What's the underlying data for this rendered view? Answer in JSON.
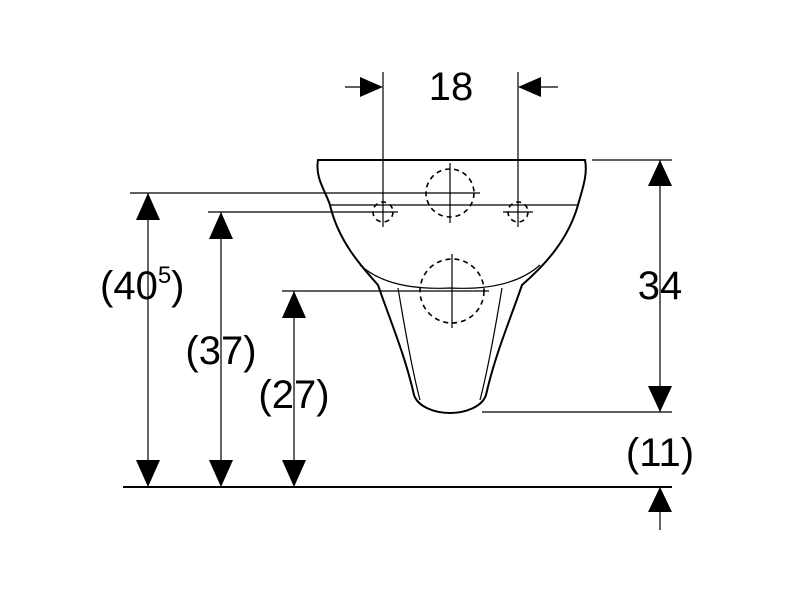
{
  "dimensions": {
    "top_width": "18",
    "height_right": "34",
    "offset_bottom": "(11)",
    "height_total_main": "(40",
    "height_total_sup": "5",
    "height_total_close": ")",
    "height_mid": "(37)",
    "height_low": "(27)"
  },
  "colors": {
    "line": "#000000",
    "background": "#ffffff"
  }
}
